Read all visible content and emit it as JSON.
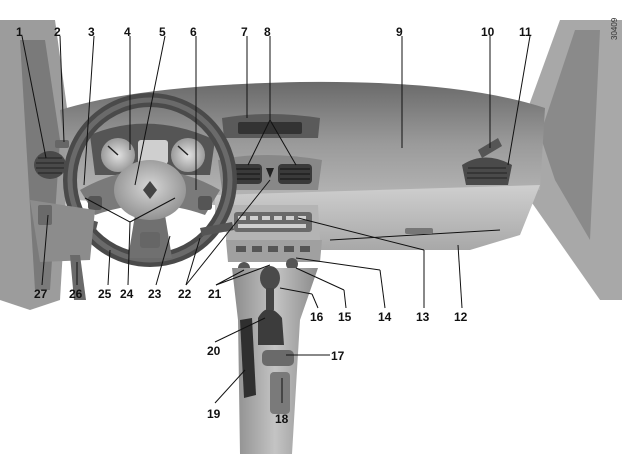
{
  "reference_code": "30409",
  "callouts": [
    "1",
    "2",
    "3",
    "4",
    "5",
    "6",
    "7",
    "8",
    "9",
    "10",
    "11",
    "12",
    "13",
    "14",
    "15",
    "16",
    "17",
    "18",
    "19",
    "20",
    "21",
    "22",
    "23",
    "24",
    "25",
    "26",
    "27"
  ]
}
